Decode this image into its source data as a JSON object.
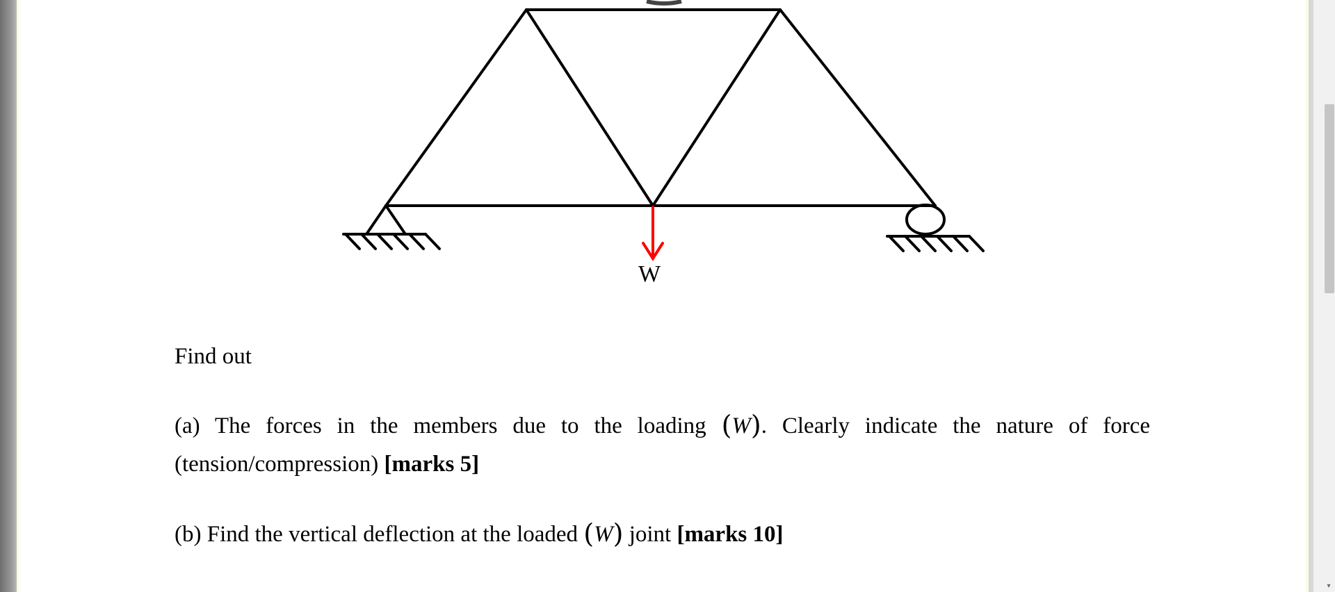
{
  "figure": {
    "load_label": "W",
    "load_color": "#ff0000"
  },
  "question": {
    "intro": "Find out",
    "part_a": {
      "prefix": "(a) The forces in the members due to the loading",
      "symbol": "W",
      "suffix": ". Clearly indicate the nature of force",
      "line2": "(tension/compression)",
      "marks": "[marks 5]"
    },
    "part_b": {
      "prefix": "(b) Find the vertical deflection at the loaded",
      "symbol": "W",
      "suffix": "joint",
      "marks": "[marks 10]"
    }
  }
}
